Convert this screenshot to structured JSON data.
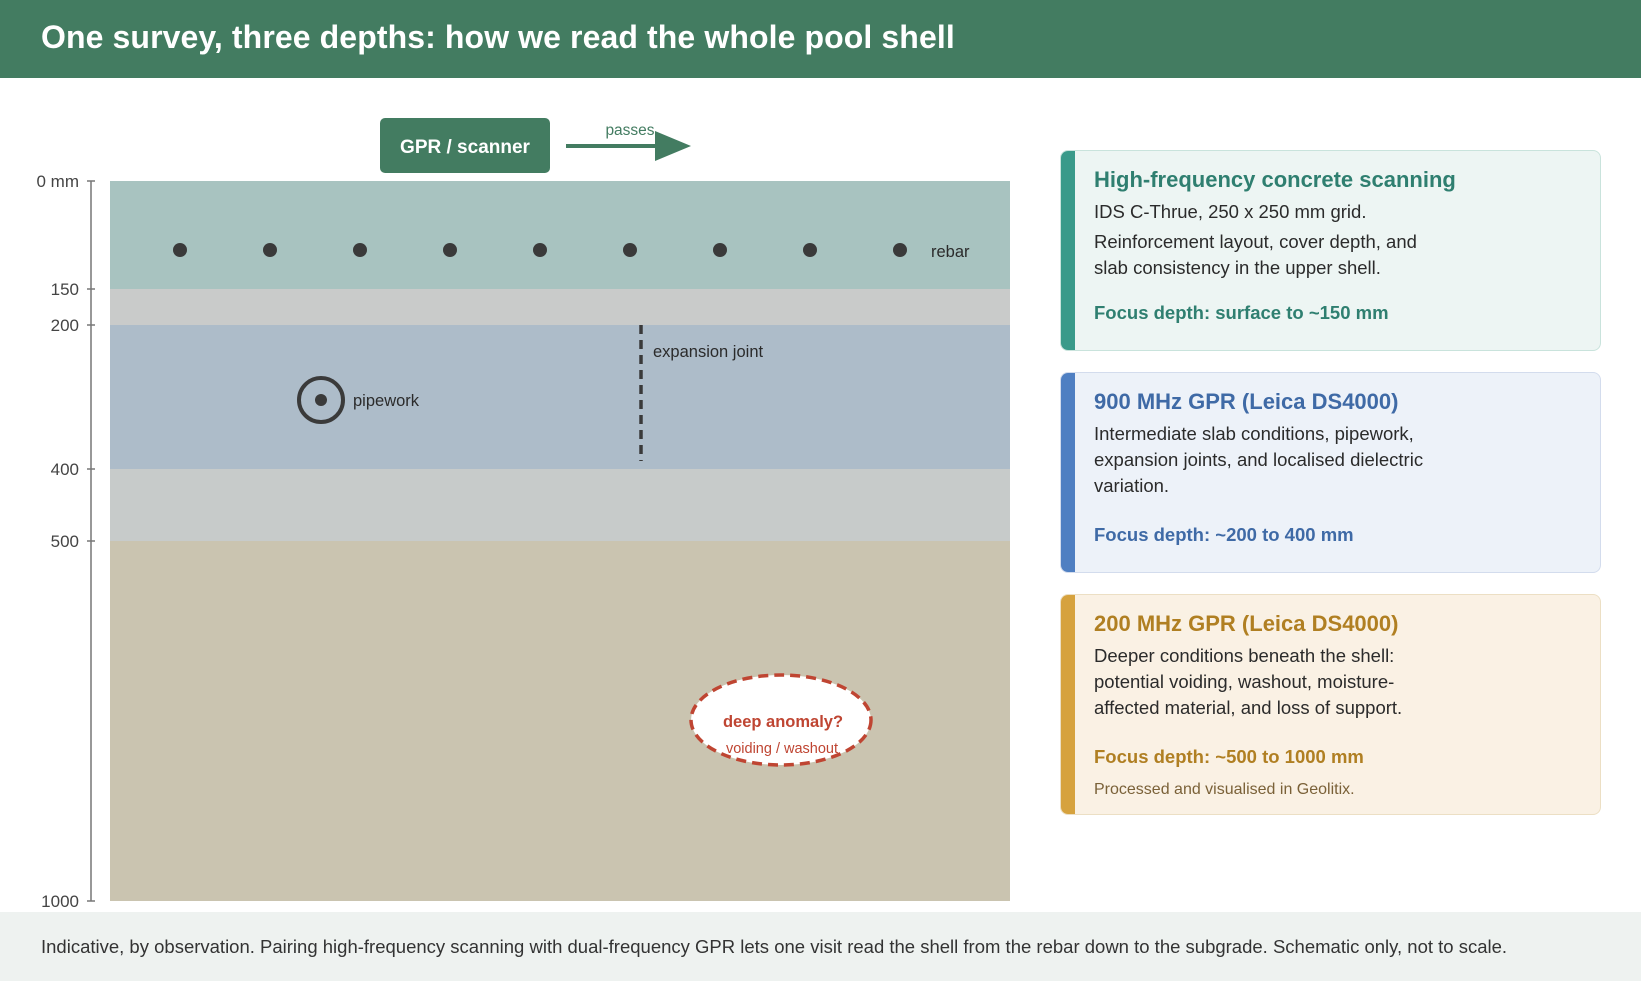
{
  "header": {
    "title": "One survey, three depths: how we read the whole pool shell"
  },
  "diagram": {
    "scanner_label": "GPR / scanner",
    "passes_label": "passes",
    "depth_ticks": [
      {
        "label": "0 mm",
        "depth_mm": 0
      },
      {
        "label": "150",
        "depth_mm": 150
      },
      {
        "label": "200",
        "depth_mm": 200
      },
      {
        "label": "400",
        "depth_mm": 400
      },
      {
        "label": "500",
        "depth_mm": 500
      },
      {
        "label": "1000",
        "depth_mm": 1000
      }
    ],
    "layers": [
      {
        "name": "reinforced-slab",
        "from_mm": 0,
        "to_mm": 150,
        "color": "#a8c3c0"
      },
      {
        "name": "slab-transition-1",
        "from_mm": 150,
        "to_mm": 200,
        "color": "#c9cbca"
      },
      {
        "name": "intermediate-slab",
        "from_mm": 200,
        "to_mm": 400,
        "color": "#adbcc9"
      },
      {
        "name": "slab-transition-2",
        "from_mm": 400,
        "to_mm": 500,
        "color": "#c7cbca"
      },
      {
        "name": "subgrade",
        "from_mm": 500,
        "to_mm": 1000,
        "color": "#cac4b0"
      }
    ],
    "rebar_count": 9,
    "rebar_label": "rebar",
    "joint_label": "expansion joint",
    "pipework_label": "pipework",
    "anomaly_title": "deep anomaly?",
    "anomaly_subtitle": "voiding / washout",
    "colors": {
      "accent_green": "#437c61",
      "feature_dark": "#3a3a3a",
      "anomaly_red": "#bf4532"
    }
  },
  "cards": {
    "high_frequency": {
      "title": "High-frequency concrete scanning",
      "line1": "IDS C-Thrue, 250 x 250 mm grid.",
      "line2": "Reinforcement layout, cover depth, and slab consistency in the upper shell.",
      "focus": "Focus depth: surface to ~150 mm"
    },
    "gpr_900": {
      "title": "900 MHz GPR (Leica DS4000)",
      "body": "Intermediate slab conditions, pipework, expansion joints, and localised dielectric variation.",
      "focus": "Focus depth: ~200 to 400 mm"
    },
    "gpr_200": {
      "title": "200 MHz GPR (Leica DS4000)",
      "body": "Deeper conditions beneath the shell: potential voiding, washout, moisture-affected material, and loss of support.",
      "focus": "Focus depth: ~500 to 1000 mm",
      "note": "Processed and visualised in Geolitix."
    }
  },
  "footer": {
    "caption": "Indicative, by observation. Pairing high-frequency scanning with dual-frequency GPR lets one visit read the shell from the rebar down to the subgrade. Schematic only, not to scale."
  }
}
